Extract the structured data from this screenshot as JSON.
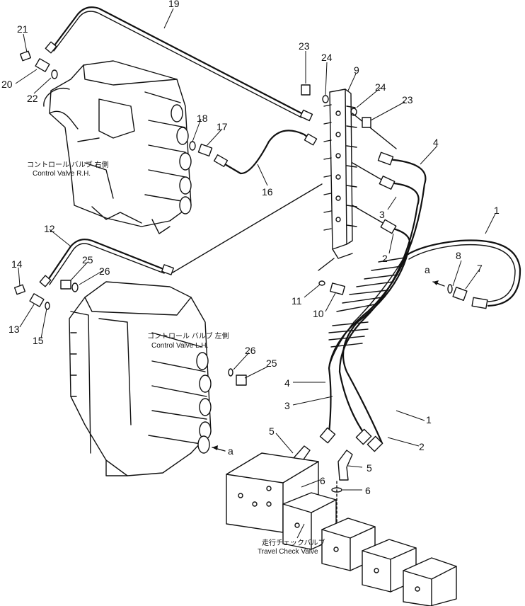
{
  "labels": {
    "control_valve_rh_jp": "コントロール バルブ 右側",
    "control_valve_rh_en": "Control Valve R.H.",
    "control_valve_lh_jp": "コントロール バルブ 左側",
    "control_valve_lh_en": "Control Valve L.H.",
    "travel_check_valve_jp": "走行チェックバルブ",
    "travel_check_valve_en": "Travel Check Valve",
    "view_marker_right": "a",
    "view_marker_left": "a"
  },
  "callouts": [
    {
      "id": "c19",
      "text": "19"
    },
    {
      "id": "c21",
      "text": "21"
    },
    {
      "id": "c20",
      "text": "20"
    },
    {
      "id": "c22",
      "text": "22"
    },
    {
      "id": "c23a",
      "text": "23"
    },
    {
      "id": "c24a",
      "text": "24"
    },
    {
      "id": "c9",
      "text": "9"
    },
    {
      "id": "c24b",
      "text": "24"
    },
    {
      "id": "c23b",
      "text": "23"
    },
    {
      "id": "c18",
      "text": "18"
    },
    {
      "id": "c17",
      "text": "17"
    },
    {
      "id": "c16",
      "text": "16"
    },
    {
      "id": "c4a",
      "text": "4"
    },
    {
      "id": "c3a",
      "text": "3"
    },
    {
      "id": "c2a",
      "text": "2"
    },
    {
      "id": "c1a",
      "text": "1"
    },
    {
      "id": "c12",
      "text": "12"
    },
    {
      "id": "c14",
      "text": "14"
    },
    {
      "id": "c25a",
      "text": "25"
    },
    {
      "id": "c26a",
      "text": "26"
    },
    {
      "id": "c13",
      "text": "13"
    },
    {
      "id": "c15",
      "text": "15"
    },
    {
      "id": "c11",
      "text": "11"
    },
    {
      "id": "c10",
      "text": "10"
    },
    {
      "id": "c8",
      "text": "8"
    },
    {
      "id": "c7",
      "text": "7"
    },
    {
      "id": "c26b",
      "text": "26"
    },
    {
      "id": "c25b",
      "text": "25"
    },
    {
      "id": "c4b",
      "text": "4"
    },
    {
      "id": "c3b",
      "text": "3"
    },
    {
      "id": "c1b",
      "text": "1"
    },
    {
      "id": "c2b",
      "text": "2"
    },
    {
      "id": "c5a",
      "text": "5"
    },
    {
      "id": "c5b",
      "text": "5"
    },
    {
      "id": "c6a",
      "text": "6"
    },
    {
      "id": "c6b",
      "text": "6"
    }
  ]
}
